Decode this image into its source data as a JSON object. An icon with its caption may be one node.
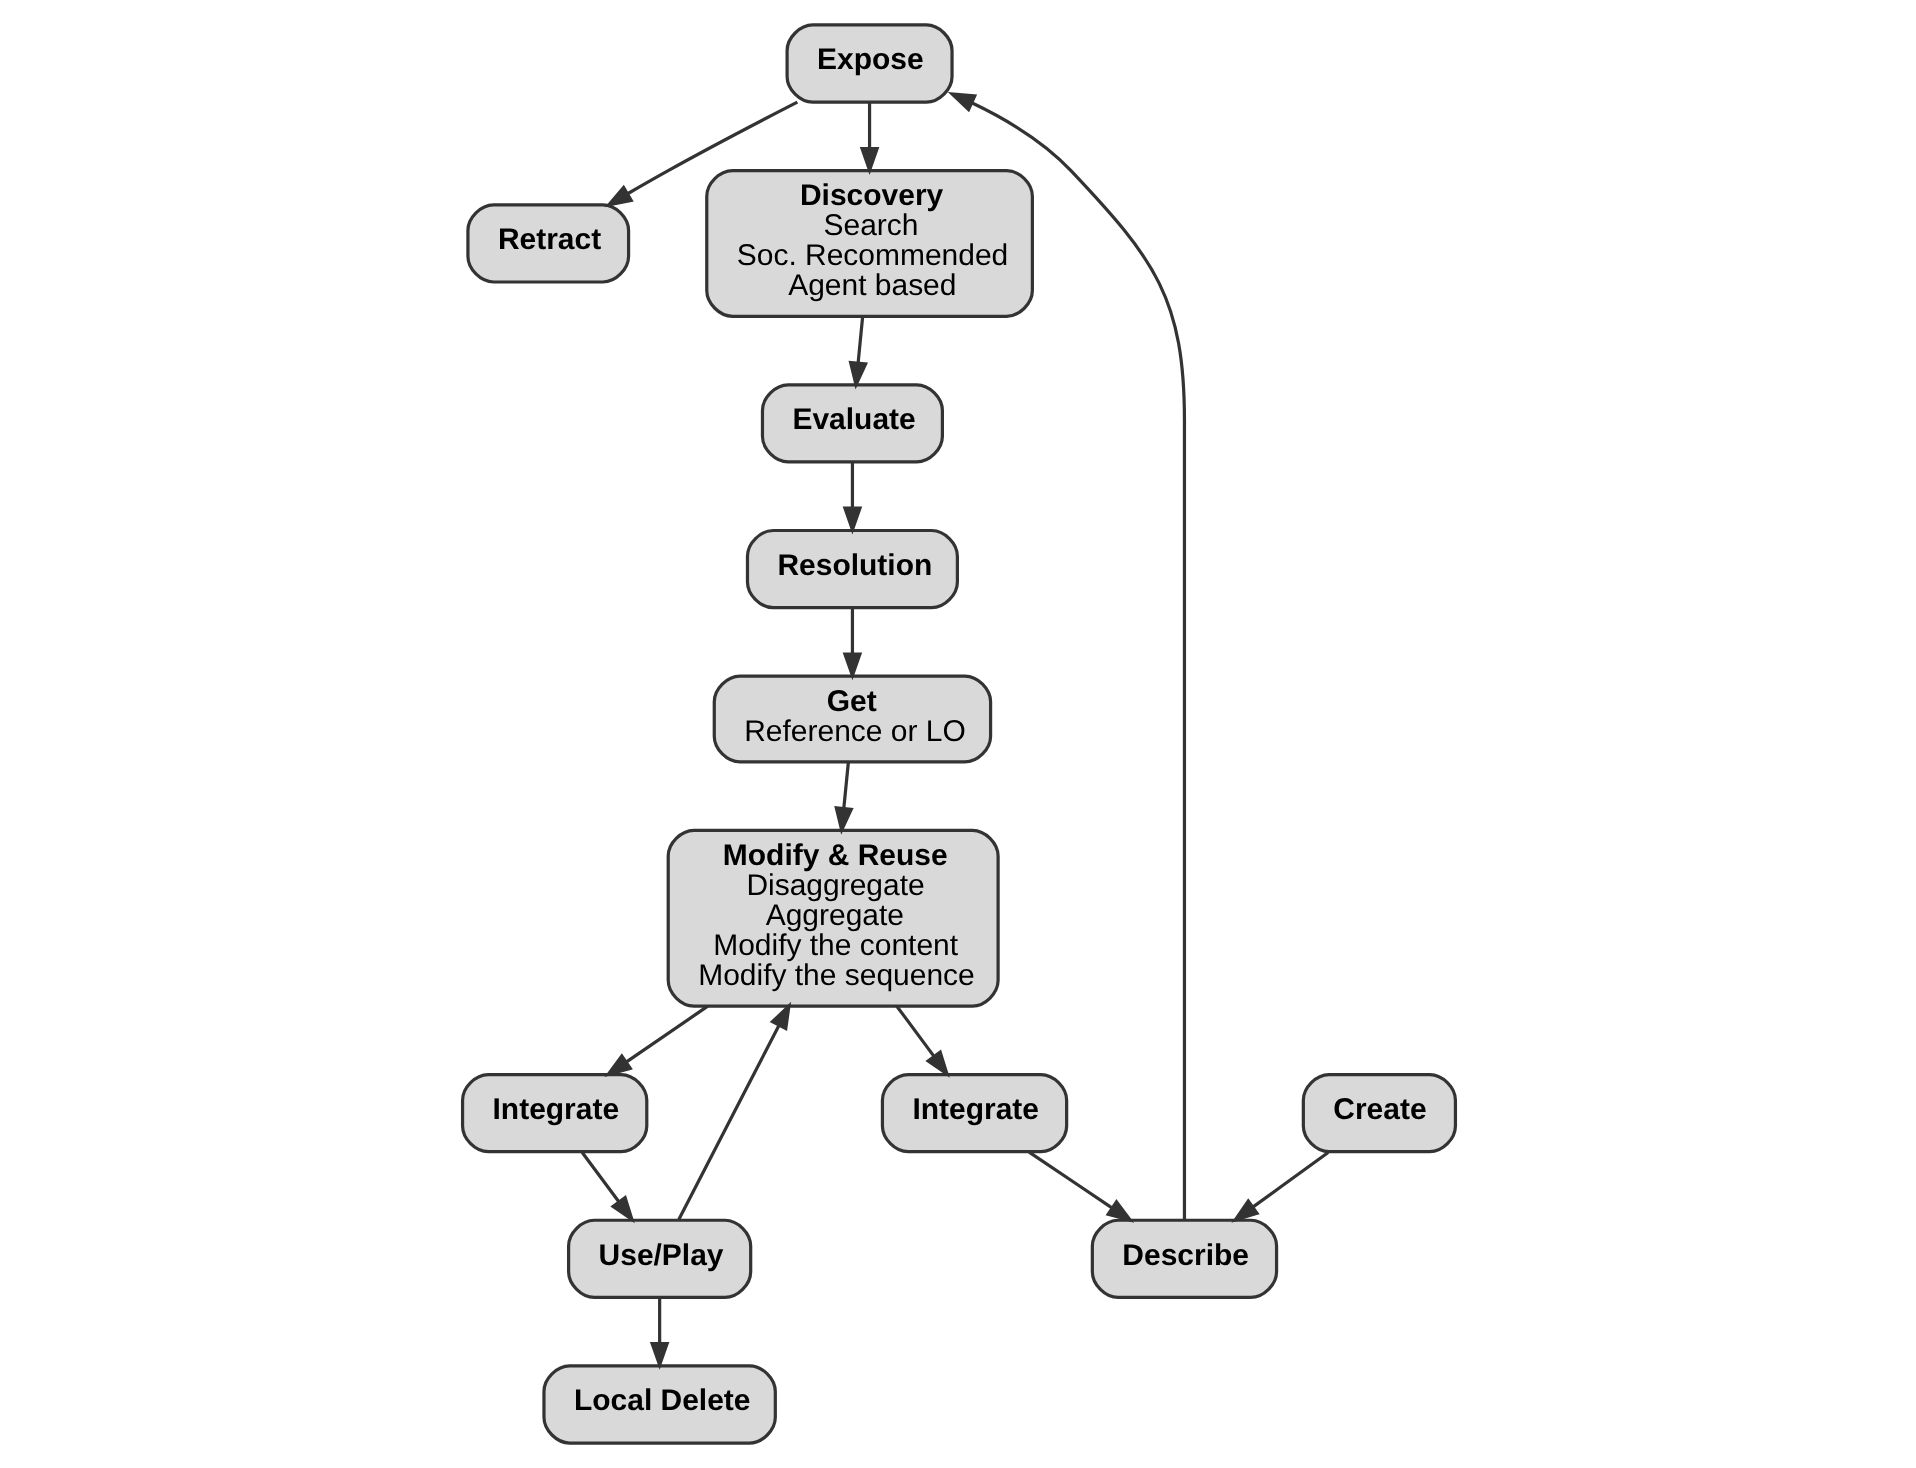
{
  "diagram": {
    "nodes": [
      {
        "text": [
          "Retract"
        ]
      },
      {
        "text": [
          "Expose"
        ]
      },
      {
        "text": [
          "Discovery",
          "Search",
          "Soc. Recommended",
          "Agent based"
        ]
      },
      {
        "text": [
          "Evaluate"
        ]
      },
      {
        "text": [
          "Resolution"
        ]
      },
      {
        "text": [
          "Get",
          "Reference or LO"
        ]
      },
      {
        "text": [
          "Modify & Reuse",
          "Disaggregate",
          "Aggregate",
          "Modify the content",
          "Modify the sequence"
        ]
      },
      {
        "text": [
          "Describe"
        ]
      },
      {
        "text": [
          "Create"
        ]
      },
      {
        "text": [
          "Integrate"
        ]
      },
      {
        "text": [
          "Integrate"
        ]
      },
      {
        "text": [
          "Use/Play"
        ]
      },
      {
        "text": [
          "Local Delete"
        ]
      }
    ],
    "edges": [
      {
        "from": 1,
        "to": 0,
        "arrow": "to"
      },
      {
        "from": 1,
        "to": 2,
        "arrow": "to"
      },
      {
        "from": 2,
        "to": 3,
        "arrow": "to"
      },
      {
        "from": 3,
        "to": 4,
        "arrow": "to"
      },
      {
        "from": 4,
        "to": 5,
        "arrow": "to"
      },
      {
        "from": 5,
        "to": 6,
        "arrow": "to"
      },
      {
        "from": 6,
        "to": 9,
        "arrow": "to"
      },
      {
        "from": 9,
        "to": 7,
        "arrow": "to"
      },
      {
        "from": 8,
        "to": 7,
        "arrow": "to"
      },
      {
        "from": 7,
        "to": 1,
        "arrow": "to"
      },
      {
        "from": 6,
        "to": 10,
        "arrow": "to"
      },
      {
        "from": 10,
        "to": 11,
        "arrow": "to"
      },
      {
        "from": 11,
        "to": 6,
        "arrow": "to"
      },
      {
        "from": 11,
        "to": 12,
        "arrow": "to"
      }
    ]
  }
}
